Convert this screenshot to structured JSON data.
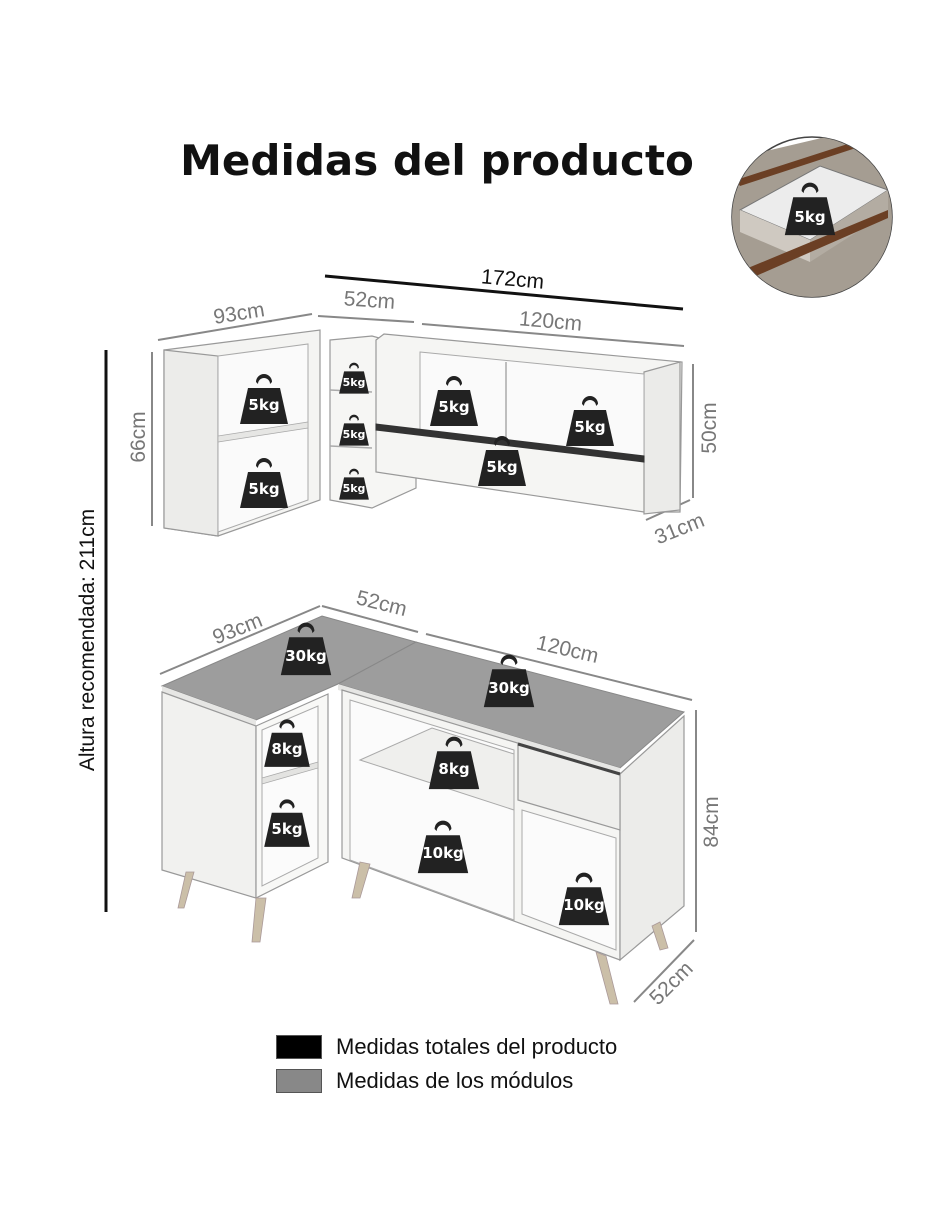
{
  "title": "Medidas del producto",
  "inset": {
    "weight": "5kg"
  },
  "upper_module": {
    "total_width": "172cm",
    "left_width": "93cm",
    "corner_width": "52cm",
    "right_width": "120cm",
    "left_height": "66cm",
    "right_height": "50cm",
    "depth": "31cm",
    "weights": [
      "5kg",
      "5kg",
      "5kg",
      "5kg",
      "5kg",
      "5kg",
      "5kg",
      "5kg"
    ]
  },
  "lower_module": {
    "left_width": "93cm",
    "corner_width": "52cm",
    "right_width": "120cm",
    "height": "84cm",
    "depth": "52cm",
    "top_weights": [
      "30kg",
      "30kg"
    ],
    "left_weights": [
      "8kg",
      "5kg"
    ],
    "center_weights": [
      "8kg",
      "10kg"
    ],
    "right_weight": "10kg"
  },
  "recommended_height": "Altura recomendada: 211cm",
  "legend": [
    {
      "label": "Medidas totales del producto",
      "color": "#000000"
    },
    {
      "label": "Medidas de los módulos",
      "color": "#888888"
    }
  ]
}
